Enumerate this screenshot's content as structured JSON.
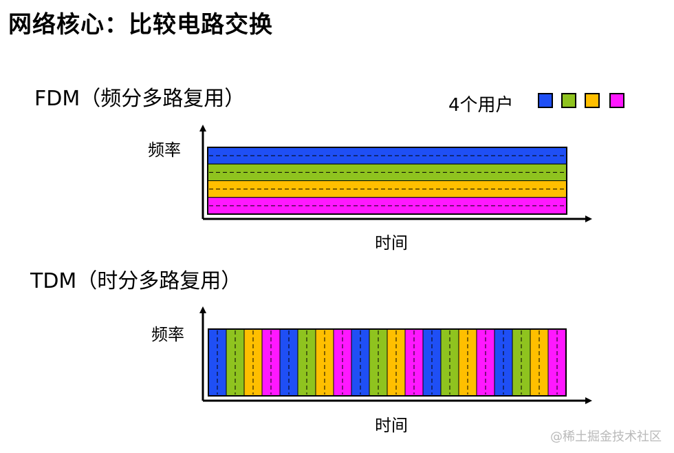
{
  "title": "网络核心：比较电路交换",
  "fdm": {
    "heading": "FDM（频分多路复用）",
    "y_label": "频率",
    "x_label": "时间"
  },
  "tdm": {
    "heading": "TDM（时分多路复用）",
    "y_label": "频率",
    "x_label": "时间"
  },
  "legend": {
    "label": "4个用户",
    "colors": [
      "#1f4ff5",
      "#8fc31f",
      "#ffbf00",
      "#ff18ff"
    ]
  },
  "tdm_slot_count": 20,
  "watermark": "@稀土掘金技术社区"
}
